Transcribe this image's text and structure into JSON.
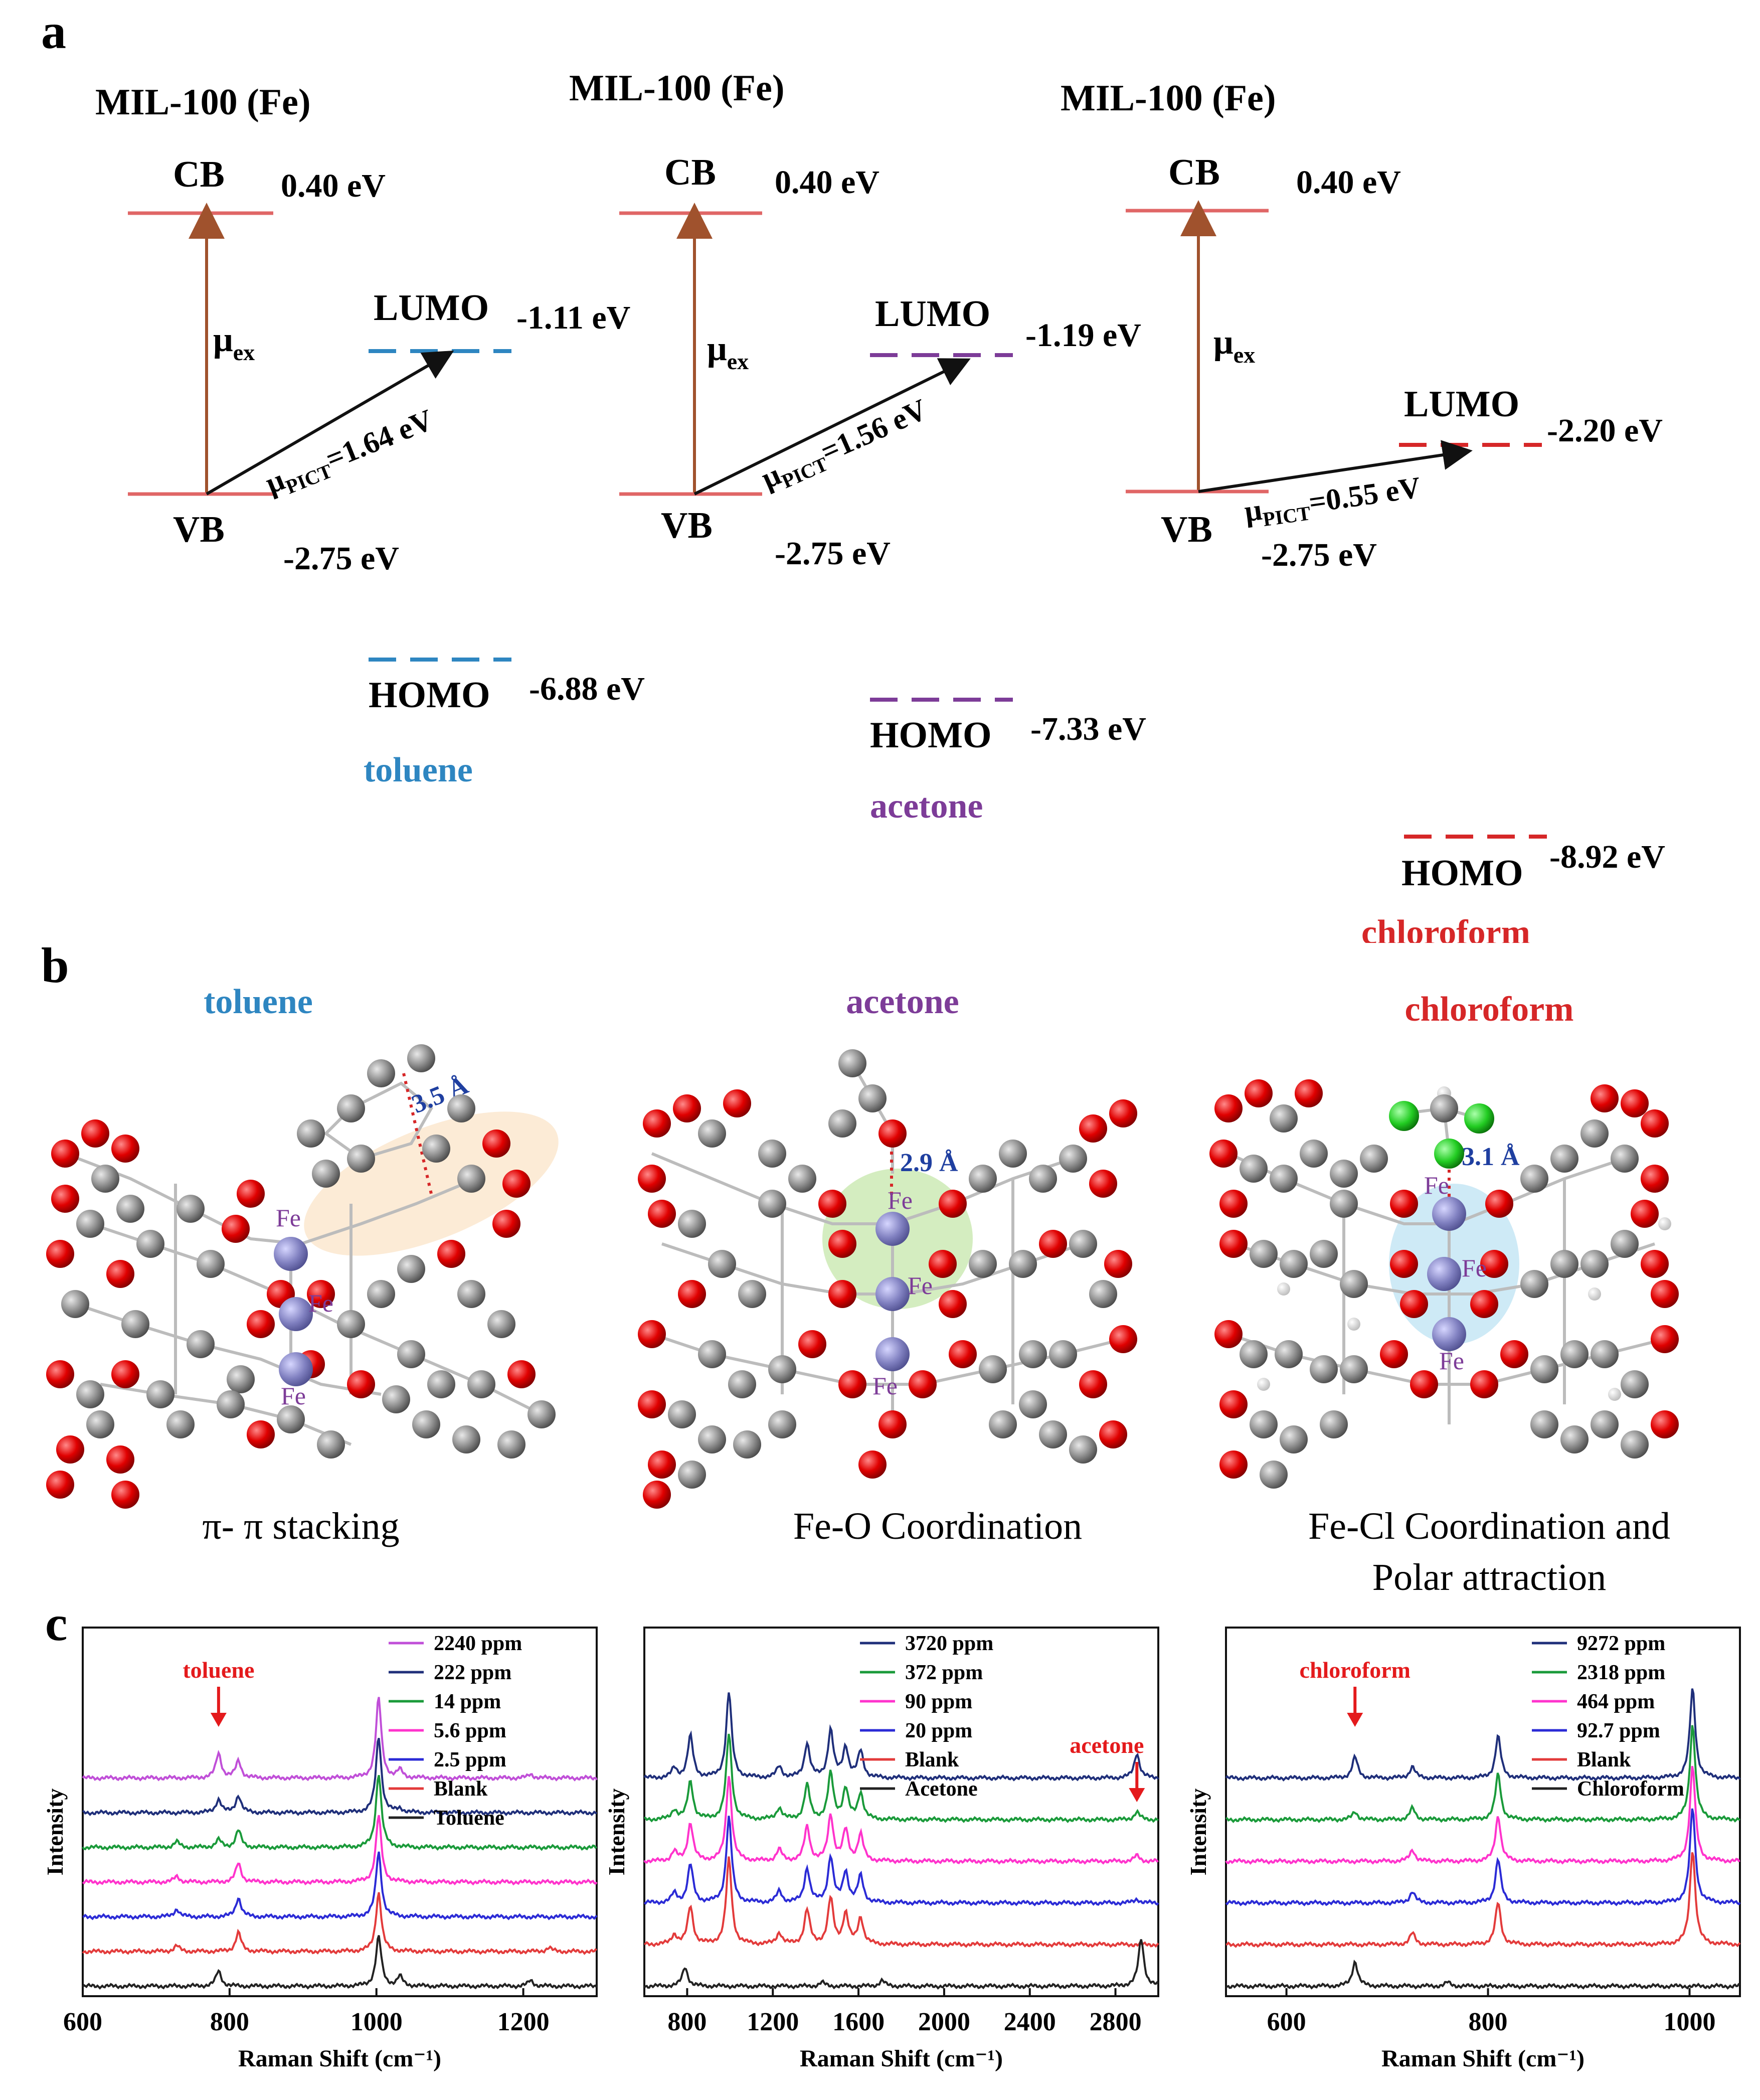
{
  "panel_a": {
    "letter": "a",
    "diagrams": [
      {
        "framework": "MIL-100 (Fe)",
        "cb": "CB",
        "cb_energy": "0.40 eV",
        "vb": "VB",
        "vb_energy": "-2.75 eV",
        "mu_ex": "μ",
        "mu_ex_sub": "ex",
        "lumo": "LUMO",
        "lumo_energy": "-1.11 eV",
        "homo": "HOMO",
        "homo_energy": "-6.88 eV",
        "mu_pict": "μ",
        "mu_pict_sub": "PICT",
        "mu_pict_value": "=1.64 eV",
        "molecule": "toluene",
        "color": "#2e86c1"
      },
      {
        "framework": "MIL-100 (Fe)",
        "cb": "CB",
        "cb_energy": "0.40 eV",
        "vb": "VB",
        "vb_energy": "-2.75 eV",
        "mu_ex": "μ",
        "mu_ex_sub": "ex",
        "lumo": "LUMO",
        "lumo_energy": "-1.19 eV",
        "homo": "HOMO",
        "homo_energy": "-7.33 eV",
        "mu_pict": "μ",
        "mu_pict_sub": "PICT",
        "mu_pict_value": "=1.56 eV",
        "molecule": "acetone",
        "color": "#7d3c98"
      },
      {
        "framework": "MIL-100 (Fe)",
        "cb": "CB",
        "cb_energy": "0.40 eV",
        "vb": "VB",
        "vb_energy": "-2.75 eV",
        "mu_ex": "μ",
        "mu_ex_sub": "ex",
        "lumo": "LUMO",
        "lumo_energy": "-2.20 eV",
        "homo": "HOMO",
        "homo_energy": "-8.92 eV",
        "mu_pict": "μ",
        "mu_pict_sub": "PICT",
        "mu_pict_value": "=0.55 eV",
        "molecule": "chloroform",
        "color": "#d62728"
      }
    ],
    "band_color": "#e06666",
    "arrow_color": "#a0522d"
  },
  "panel_b": {
    "letter": "b",
    "structures": [
      {
        "molecule": "toluene",
        "color": "#2e86c1",
        "distance": "3.5 Å",
        "fe_labels": [
          "Fe",
          "Fe",
          "Fe"
        ],
        "caption": [
          "π- π stacking"
        ]
      },
      {
        "molecule": "acetone",
        "color": "#7d3c98",
        "distance": "2.9 Å",
        "fe_labels": [
          "Fe",
          "Fe",
          "Fe"
        ],
        "caption": [
          "Fe-O Coordination"
        ]
      },
      {
        "molecule": "chloroform",
        "color": "#d62728",
        "distance": "3.1 Å",
        "fe_labels": [
          "Fe",
          "Fe",
          "Fe"
        ],
        "caption": [
          "Fe-Cl Coordination and",
          "Polar attraction"
        ]
      }
    ]
  },
  "panel_c": {
    "letter": "c"
  },
  "chart_data": [
    {
      "type": "line",
      "xlabel": "Raman Shift (cm⁻¹)",
      "ylabel": "Intensity",
      "xlim": [
        600,
        1300
      ],
      "xticks": [
        600,
        800,
        1000,
        1200
      ],
      "annotation": "toluene",
      "annotation_x": 785,
      "legend_position": "top-right",
      "series": [
        {
          "name": "2240 ppm",
          "color": "#c04fd8",
          "baseline": 6,
          "peaks": [
            [
              785,
              1.3
            ],
            [
              812,
              0.9
            ],
            [
              1003,
              4.2
            ],
            [
              1032,
              0.4
            ],
            [
              1210,
              0.2
            ]
          ]
        },
        {
          "name": "222 ppm",
          "color": "#1f2f7a",
          "baseline": 5,
          "peaks": [
            [
              785,
              0.7
            ],
            [
              812,
              0.9
            ],
            [
              1003,
              4.0
            ],
            [
              1032,
              0.2
            ]
          ]
        },
        {
          "name": "14 ppm",
          "color": "#1a9a3a",
          "baseline": 4,
          "peaks": [
            [
              728,
              0.3
            ],
            [
              785,
              0.4
            ],
            [
              812,
              0.9
            ],
            [
              1003,
              3.9
            ]
          ]
        },
        {
          "name": "5.6 ppm",
          "color": "#ff33cc",
          "baseline": 3,
          "peaks": [
            [
              728,
              0.3
            ],
            [
              812,
              1.0
            ],
            [
              1003,
              3.5
            ]
          ]
        },
        {
          "name": "2.5 ppm",
          "color": "#2b2bd6",
          "baseline": 2,
          "peaks": [
            [
              728,
              0.4
            ],
            [
              812,
              1.0
            ],
            [
              1003,
              3.4
            ]
          ]
        },
        {
          "name": "Blank",
          "color": "#e33b3b",
          "baseline": 1,
          "peaks": [
            [
              728,
              0.3
            ],
            [
              812,
              1.0
            ],
            [
              1003,
              3.1
            ],
            [
              1235,
              0.2
            ]
          ]
        },
        {
          "name": "Toluene",
          "color": "#222222",
          "baseline": 0,
          "peaks": [
            [
              785,
              0.8
            ],
            [
              1003,
              2.6
            ],
            [
              1032,
              0.5
            ],
            [
              1210,
              0.3
            ]
          ]
        }
      ]
    },
    {
      "type": "line",
      "xlabel": "Raman Shift (cm⁻¹)",
      "ylabel": "Intensity",
      "xlim": [
        600,
        3000
      ],
      "xticks": [
        800,
        1200,
        1600,
        2000,
        2400,
        2800
      ],
      "annotation": "acetone",
      "annotation_x": 2900,
      "legend_position": "top-left",
      "series": [
        {
          "name": "3720 ppm",
          "color": "#1f2f7a",
          "baseline": 5,
          "peaks": [
            [
              740,
              0.5
            ],
            [
              815,
              2.2
            ],
            [
              995,
              4.5
            ],
            [
              1230,
              0.6
            ],
            [
              1360,
              1.8
            ],
            [
              1470,
              2.5
            ],
            [
              1540,
              1.6
            ],
            [
              1610,
              1.4
            ],
            [
              2900,
              1.3
            ]
          ]
        },
        {
          "name": "372 ppm",
          "color": "#1a9a3a",
          "baseline": 4,
          "peaks": [
            [
              740,
              0.5
            ],
            [
              815,
              2.0
            ],
            [
              995,
              4.5
            ],
            [
              1230,
              0.6
            ],
            [
              1360,
              1.8
            ],
            [
              1470,
              2.4
            ],
            [
              1540,
              1.6
            ],
            [
              1610,
              1.4
            ],
            [
              2900,
              0.4
            ]
          ]
        },
        {
          "name": "90 ppm",
          "color": "#ff33cc",
          "baseline": 3,
          "peaks": [
            [
              740,
              0.5
            ],
            [
              815,
              2.0
            ],
            [
              995,
              4.5
            ],
            [
              1230,
              0.6
            ],
            [
              1360,
              1.8
            ],
            [
              1470,
              2.4
            ],
            [
              1540,
              1.6
            ],
            [
              1610,
              1.4
            ],
            [
              2900,
              0.3
            ]
          ]
        },
        {
          "name": "20 ppm",
          "color": "#2b2bd6",
          "baseline": 2,
          "peaks": [
            [
              740,
              0.5
            ],
            [
              815,
              2.0
            ],
            [
              995,
              4.5
            ],
            [
              1230,
              0.6
            ],
            [
              1360,
              1.8
            ],
            [
              1470,
              2.4
            ],
            [
              1540,
              1.6
            ],
            [
              1610,
              1.4
            ],
            [
              2900,
              0.2
            ]
          ]
        },
        {
          "name": "Blank",
          "color": "#e33b3b",
          "baseline": 1,
          "peaks": [
            [
              740,
              0.5
            ],
            [
              815,
              2.0
            ],
            [
              995,
              4.5
            ],
            [
              1230,
              0.6
            ],
            [
              1360,
              1.8
            ],
            [
              1470,
              2.4
            ],
            [
              1540,
              1.6
            ],
            [
              1610,
              1.4
            ]
          ]
        },
        {
          "name": "Acetone",
          "color": "#222222",
          "baseline": 0,
          "peaks": [
            [
              790,
              1.0
            ],
            [
              1430,
              0.2
            ],
            [
              1710,
              0.3
            ],
            [
              2920,
              2.5
            ]
          ]
        }
      ]
    },
    {
      "type": "line",
      "xlabel": "Raman Shift (cm⁻¹)",
      "ylabel": "Intensity",
      "xlim": [
        540,
        1050
      ],
      "xticks": [
        600,
        800,
        1000
      ],
      "annotation": "chloroform",
      "annotation_x": 668,
      "legend_position": "top-right",
      "series": [
        {
          "name": "9272 ppm",
          "color": "#1f2f7a",
          "baseline": 5,
          "peaks": [
            [
              668,
              1.1
            ],
            [
              725,
              0.6
            ],
            [
              810,
              2.2
            ],
            [
              1003,
              4.7
            ]
          ]
        },
        {
          "name": "2318 ppm",
          "color": "#1a9a3a",
          "baseline": 4,
          "peaks": [
            [
              668,
              0.4
            ],
            [
              725,
              0.6
            ],
            [
              810,
              2.4
            ],
            [
              1003,
              5.0
            ]
          ]
        },
        {
          "name": "464 ppm",
          "color": "#ff33cc",
          "baseline": 3,
          "peaks": [
            [
              725,
              0.6
            ],
            [
              810,
              2.4
            ],
            [
              1003,
              5.0
            ]
          ]
        },
        {
          "name": "92.7 ppm",
          "color": "#2b2bd6",
          "baseline": 2,
          "peaks": [
            [
              725,
              0.6
            ],
            [
              810,
              2.3
            ],
            [
              1003,
              5.0
            ]
          ]
        },
        {
          "name": "Blank",
          "color": "#e33b3b",
          "baseline": 1,
          "peaks": [
            [
              725,
              0.6
            ],
            [
              810,
              2.2
            ],
            [
              1003,
              5.0
            ]
          ]
        },
        {
          "name": "Chloroform",
          "color": "#222222",
          "baseline": 0,
          "peaks": [
            [
              668,
              1.3
            ],
            [
              760,
              0.2
            ]
          ]
        }
      ]
    }
  ]
}
